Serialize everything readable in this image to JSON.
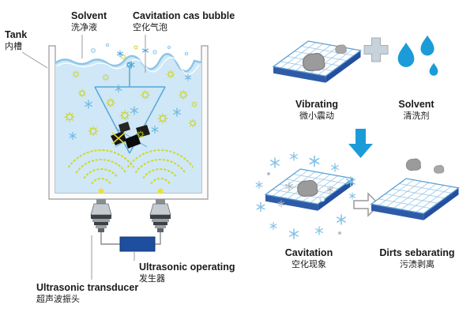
{
  "left_panel": {
    "tank": {
      "en": "Tank",
      "zh": "内槽"
    },
    "solvent": {
      "en": "Solvent",
      "zh": "洗净液"
    },
    "cavitation_bubble": {
      "en": "Cavitation cas bubble",
      "zh": "空化气泡"
    },
    "ultrasonic_operating": {
      "en": "Ultrasonic operating",
      "zh": "发生器"
    },
    "ultrasonic_transducer": {
      "en": "Ultrasonic transducer",
      "zh": "超声波振头"
    }
  },
  "right_panel": {
    "vibrating": {
      "en": "Vibrating",
      "zh": "微小震动"
    },
    "solvent": {
      "en": "Solvent",
      "zh": "清洗剂"
    },
    "cavitation": {
      "en": "Cavitation",
      "zh": "空化现象"
    },
    "dirts_separating": {
      "en": "Dirts sebarating",
      "zh": "污渍剥离"
    }
  },
  "icons": {
    "plus": "plus-icon",
    "water_drops": "water-drops-icon",
    "down_arrow": "down-arrow-icon",
    "right_arrow": "right-arrow-icon"
  },
  "colors": {
    "liquid": "#cfe7f6",
    "accent_blue": "#1b9cd8",
    "dark_blue": "#1e4e9e",
    "plate_side_blue": "#2e5ba8",
    "grid_blue": "#9ecae8",
    "bubble_green": "#c9d42a",
    "spark_blue": "#6fb9e4",
    "stone_gray": "#9b9b9b",
    "line_gray": "#9a9a9a",
    "text": "#1a1a1a"
  }
}
